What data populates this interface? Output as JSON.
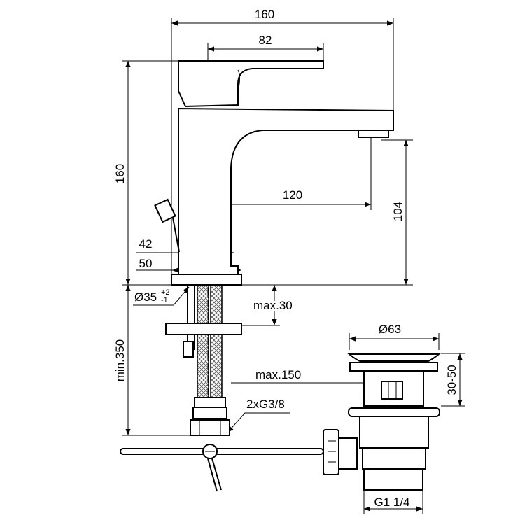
{
  "dimensions": {
    "overall_width": "160",
    "lever_length": "82",
    "overall_height": "160",
    "spout_height": "104",
    "spout_reach": "120",
    "body_width": "42",
    "base_width": "50",
    "hole_diameter": "Ø35",
    "hole_tol_plus": "+2",
    "hole_tol_minus": "-1",
    "max_deck": "max.30",
    "min_length": "min.350",
    "waste_diameter": "Ø63",
    "waste_height": "30-50",
    "max_rod": "max.150",
    "hose_thread": "2xG3/8",
    "waste_thread": "G1 1/4"
  }
}
